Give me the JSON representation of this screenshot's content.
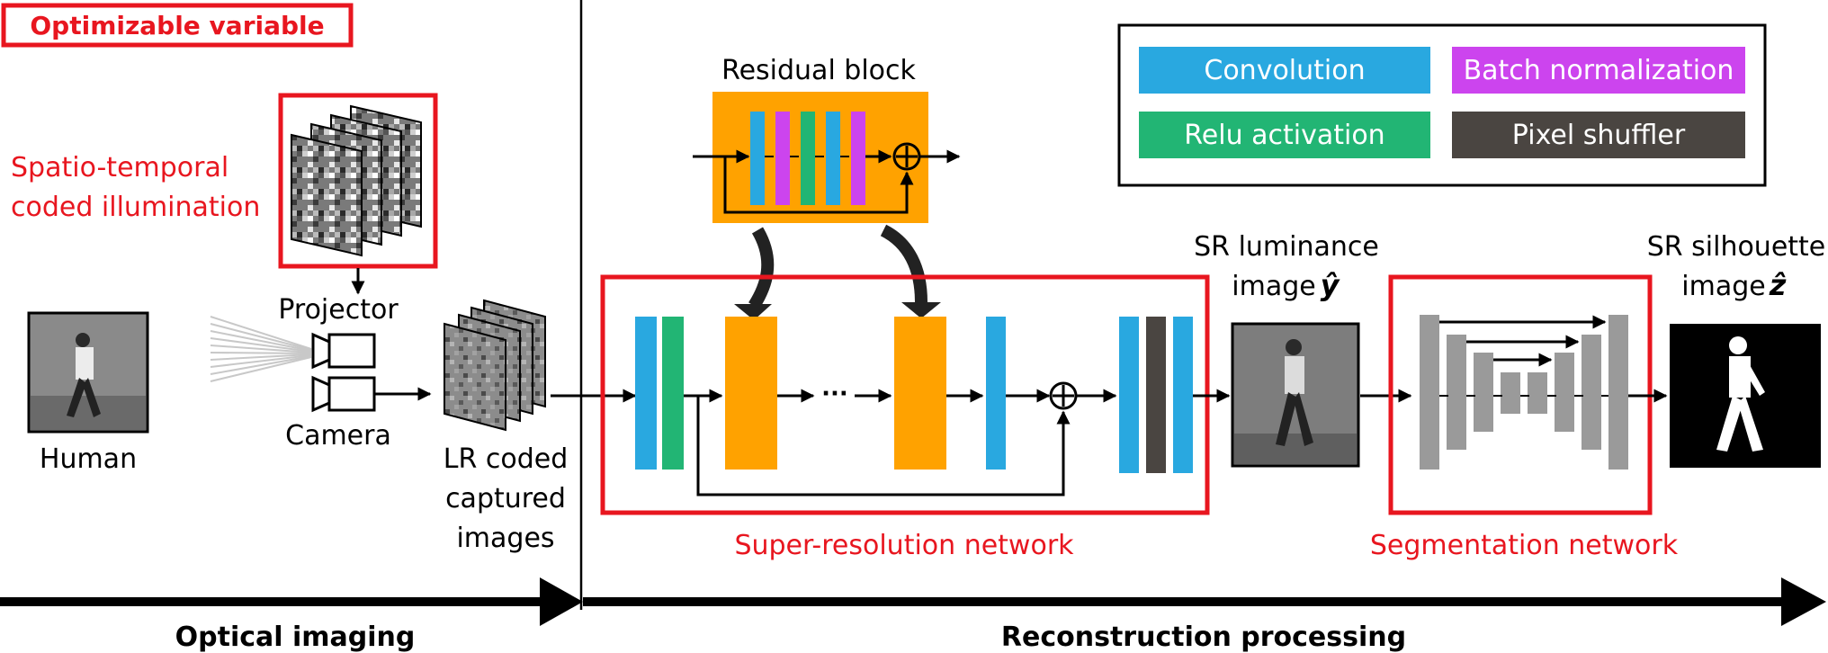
{
  "optimizable_label": "Optimizable variable",
  "spatio_temporal": {
    "line1": "Spatio-temporal",
    "line2": "coded illumination"
  },
  "human_label": "Human",
  "projector_label": "Projector",
  "camera_label": "Camera",
  "lr_label": {
    "line1": "LR coded",
    "line2": "captured",
    "line3": "images"
  },
  "residual_block_label": "Residual block",
  "sr_network_label": "Super-resolution network",
  "sr_luminance": {
    "line1": "SR luminance",
    "line2": "image",
    "symbol": "ŷ"
  },
  "sr_silhouette": {
    "line1": "SR silhouette",
    "line2": "image",
    "symbol": "ẑ"
  },
  "seg_network_label": "Segmentation network",
  "ellipsis": "···",
  "legend": [
    {
      "label": "Convolution",
      "color": "#29a8e0"
    },
    {
      "label": "Batch normalization",
      "color": "#cc44ee"
    },
    {
      "label": "Relu activation",
      "color": "#22b574"
    },
    {
      "label": "Pixel shuffler",
      "color": "#4a4541"
    }
  ],
  "colors": {
    "highlight_red": "#e8161f",
    "residual_orange": "#ffa200",
    "seg_gray": "#9a9a9a"
  },
  "bottom": {
    "optical_label": "Optical imaging",
    "reconstruction_label": "Reconstruction processing"
  }
}
